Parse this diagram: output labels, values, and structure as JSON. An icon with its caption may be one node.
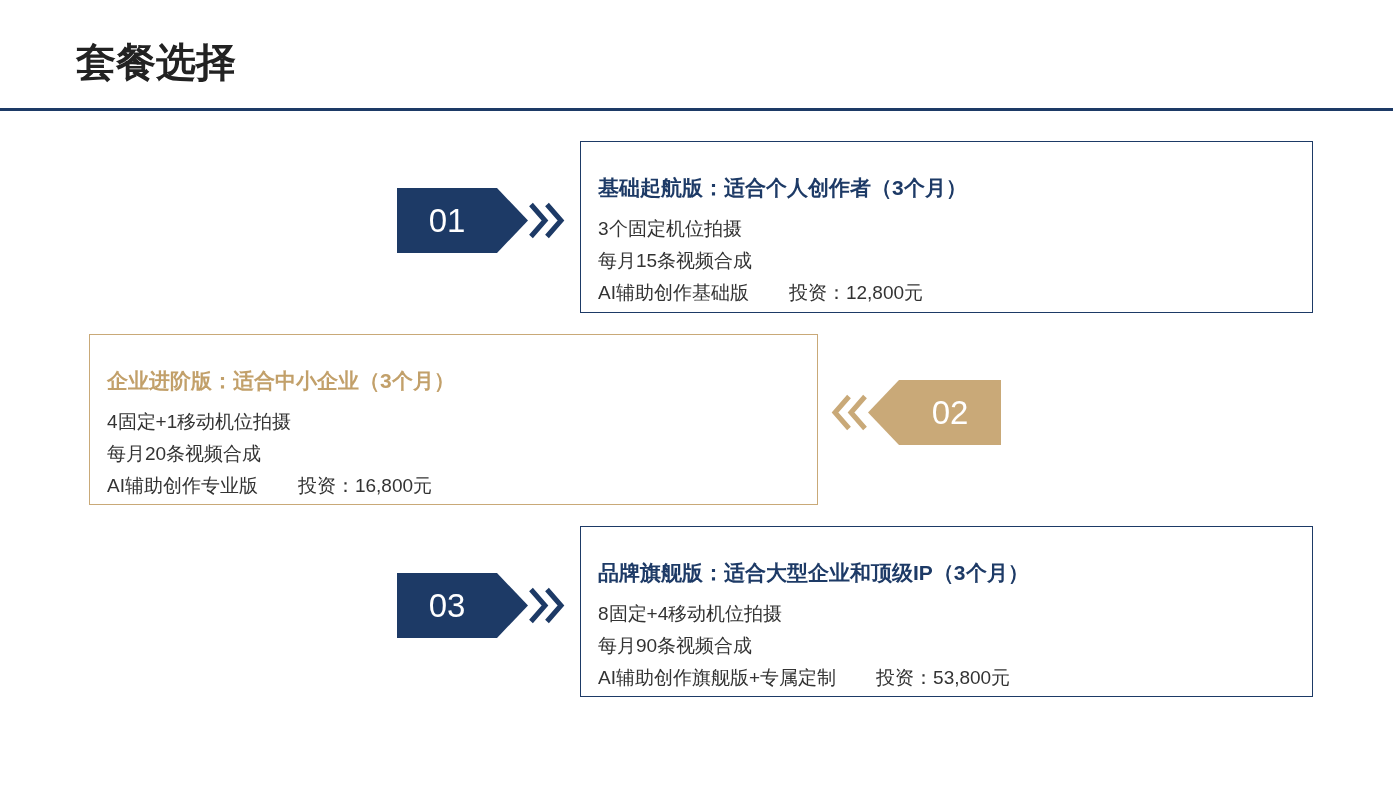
{
  "diagram": {
    "title": "套餐选择",
    "nodes": [
      {
        "text": [
          "01"
        ]
      },
      {
        "text": [
          "基础起航版：适合个人创作者（3个月）",
          "3个固定机位拍摄",
          "每月15条视频合成",
          "AI辅助创作基础版",
          "投资：12,800元"
        ]
      },
      {
        "text": [
          "企业进阶版：适合中小企业（3个月）",
          "4固定+1移动机位拍摄",
          "每月20条视频合成",
          "AI辅助创作专业版",
          "投资：16,800元"
        ]
      },
      {
        "text": [
          "02"
        ]
      },
      {
        "text": [
          "03"
        ]
      },
      {
        "text": [
          "品牌旗舰版：适合大型企业和顶级IP（3个月）",
          "8固定+4移动机位拍摄",
          "每月90条视频合成",
          "AI辅助创作旗舰版+专属定制",
          "投资：53,800元"
        ]
      }
    ],
    "edges": [
      {
        "from": 0,
        "to": 1,
        "arrow": "to"
      },
      {
        "from": 3,
        "to": 2,
        "arrow": "to",
        "color": "#c9a978"
      },
      {
        "from": 4,
        "to": 5,
        "arrow": "to"
      }
    ]
  }
}
